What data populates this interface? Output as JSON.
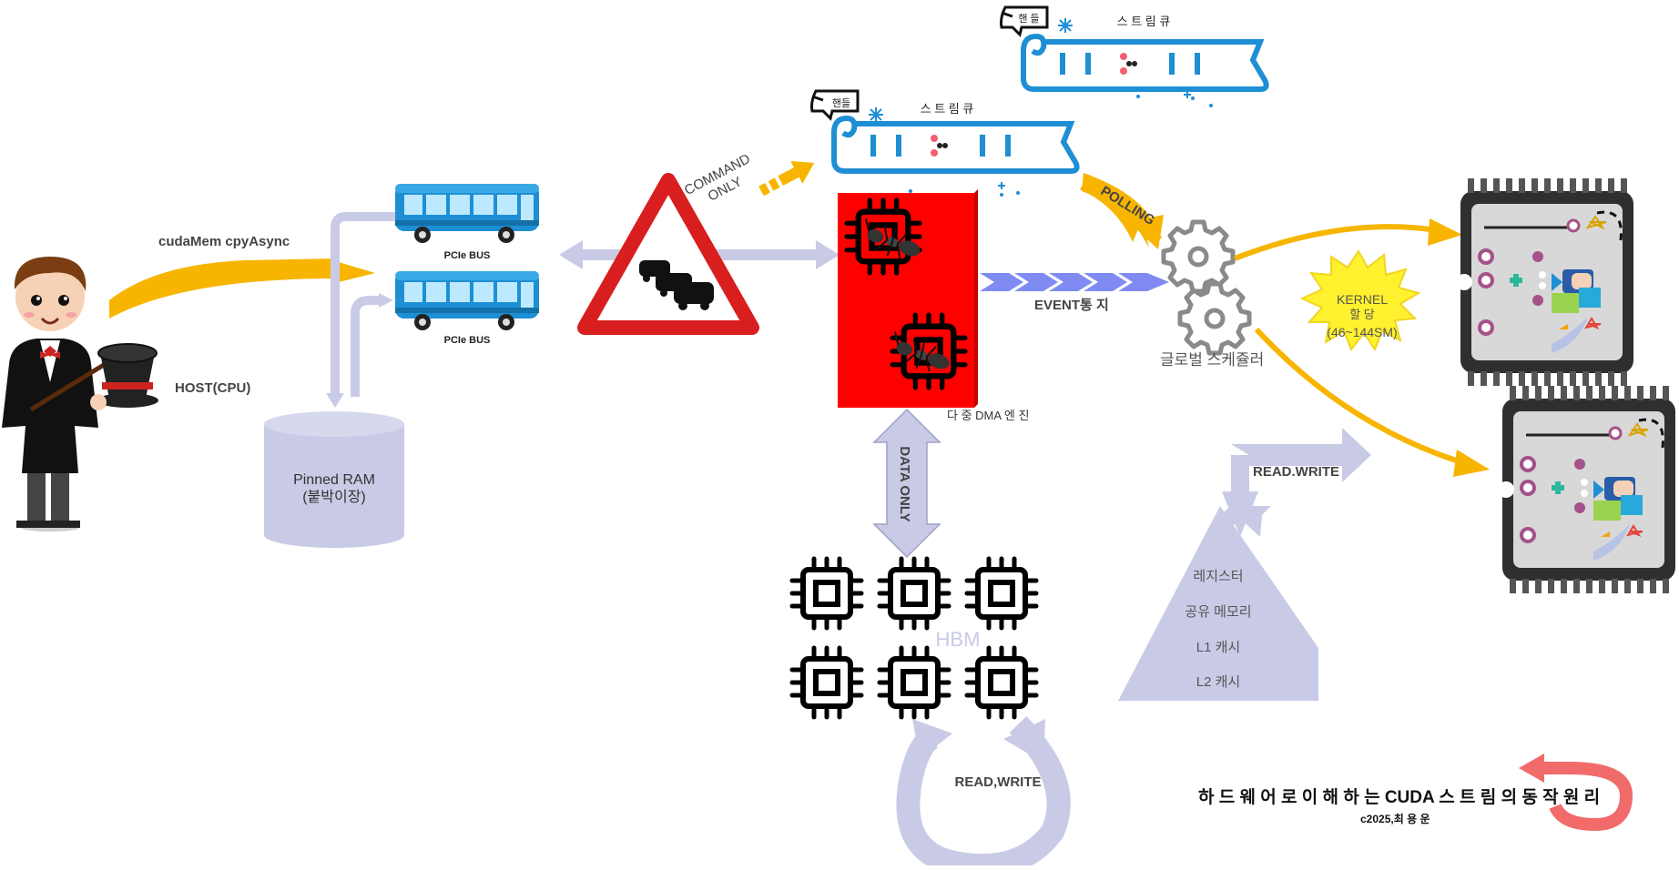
{
  "diagram": {
    "host_label": "HOST(CPU)",
    "memcpy_label": "cudaMem cpyAsync",
    "pcie_bus_label_1": "PCIe BUS",
    "pcie_bus_label_2": "PCIe BUS",
    "pinned_ram_line1": "Pinned RAM",
    "pinned_ram_line2": "(붙박이장)",
    "command_only_line1": "COMMAND",
    "command_only_line2": "ONLY",
    "stream_queue_1": {
      "title": "스 트 림  큐",
      "handle": "핸들"
    },
    "stream_queue_2": {
      "title": "스 트 림  큐",
      "handle": "핸 들"
    },
    "polling_label": "POLLING",
    "event_label": "EVENT통 지",
    "dma_label": "다 중   DMA 엔 진",
    "global_scheduler_label": "글로벌 스케쥴러",
    "kernel_burst": {
      "line1": "KERNEL",
      "line2": "할 당",
      "line3": "(46~144SM)"
    },
    "data_only_label": "DATA ONLY",
    "hbm_label": "HBM",
    "read_write_hbm": "READ,WRITE",
    "read_write_memory": "READ.WRITE",
    "memory_hierarchy": [
      "레지스터",
      "공유 메모리",
      "L1 캐시",
      "L2 캐시"
    ],
    "footer_title": "하 드 웨 어 로  이 해 하 는  CUDA 스 트 림 의  동 작 원 리",
    "footer_credit": "c2025,최 용 운"
  },
  "colors": {
    "yellow_arrow": "#F7B500",
    "lavender": "#C9CBE6",
    "dma_red": "#FF0000",
    "bus_blue": "#1E8FD4",
    "event_blue": "#7F8BF2",
    "burst_yellow": "#FFF12E",
    "footer_red": "#F26B6B"
  }
}
